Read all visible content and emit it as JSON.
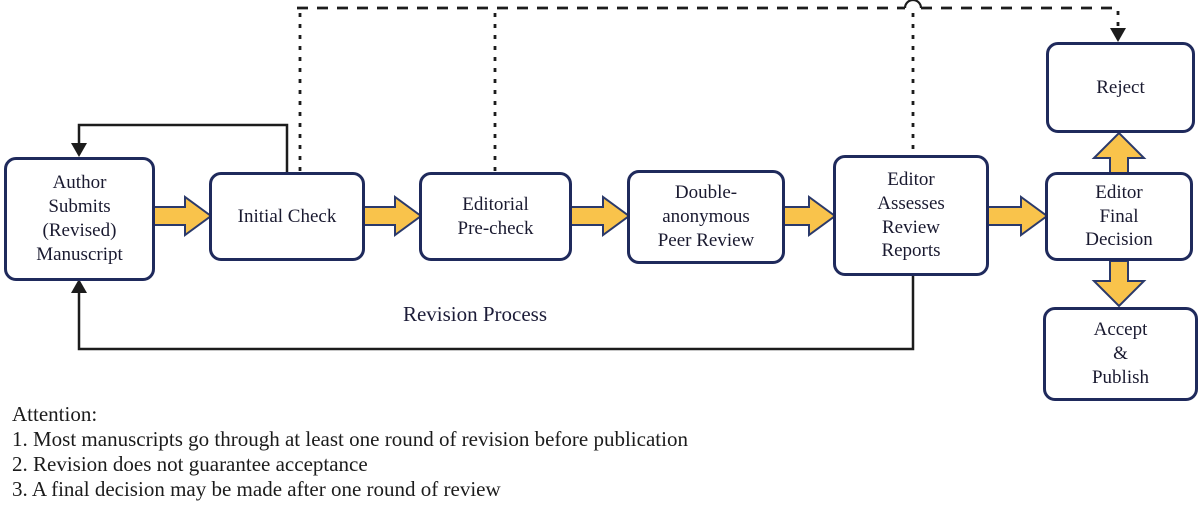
{
  "boxes": {
    "author": {
      "label": "Author\nSubmits\n(Revised)\nManuscript"
    },
    "initial": {
      "label": "Initial Check"
    },
    "editorial": {
      "label": "Editorial\nPre-check"
    },
    "double": {
      "label": "Double-\nanonymous\nPeer Review"
    },
    "assesses": {
      "label": "Editor\nAssesses\nReview\nReports"
    },
    "final": {
      "label": "Editor\nFinal\nDecision"
    },
    "reject": {
      "label": "Reject"
    },
    "accept": {
      "label": "Accept\n&\nPublish"
    }
  },
  "labels": {
    "revision_process": "Revision Process"
  },
  "attention": {
    "title": "Attention:",
    "items": [
      "1. Most manuscripts go through at least one round of revision before publication",
      "2. Revision does not guarantee acceptance",
      "3. A final decision may be made after one round of review"
    ]
  },
  "colors": {
    "box_border": "#1f2a5c",
    "box_text": "#1a1a30",
    "arrow_fill": "#f9c34b",
    "arrow_stroke": "#2b3a6b",
    "line": "#1c1c1c"
  }
}
